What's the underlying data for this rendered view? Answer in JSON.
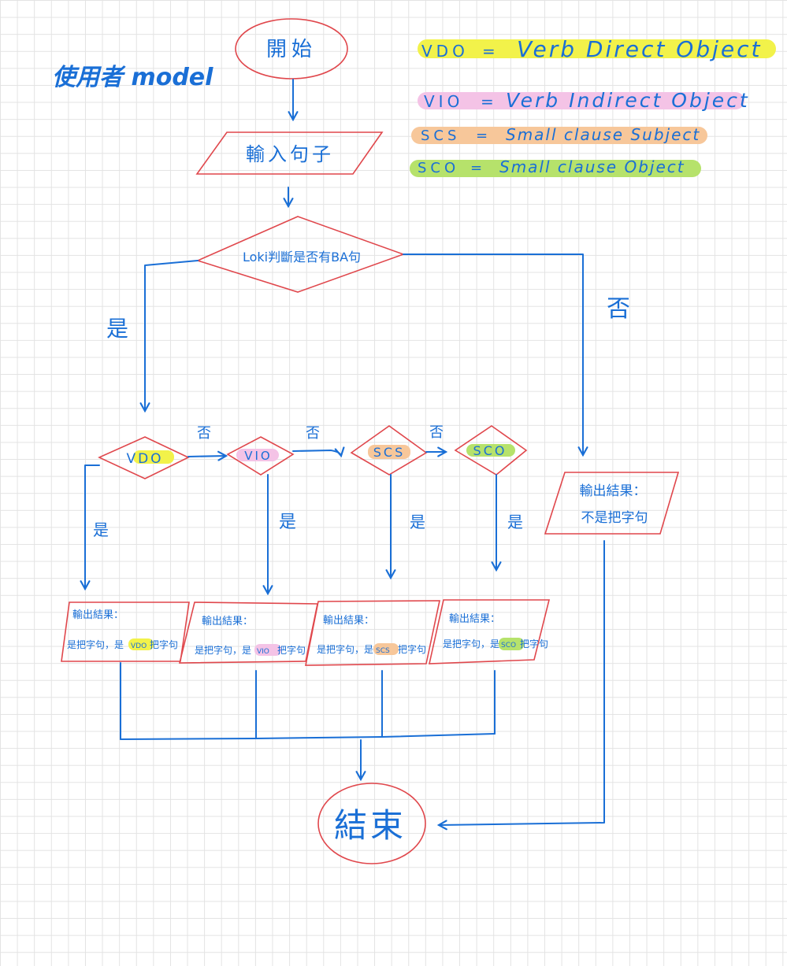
{
  "colors": {
    "ink": "#1a6fd6",
    "shape_outline": "#e0474c",
    "highlight_yellow": "#f2f24a",
    "highlight_pink": "#f4c3e6",
    "highlight_orange": "#f7c79a",
    "highlight_green": "#b6e26b"
  },
  "title": "使用者 model",
  "legend": [
    {
      "abbr": "VDO",
      "eq": "=",
      "meaning": "Verb Direct Object",
      "color": "highlight_yellow"
    },
    {
      "abbr": "VIO",
      "eq": "=",
      "meaning": "Verb Indirect Object",
      "color": "highlight_pink"
    },
    {
      "abbr": "SCS",
      "eq": "=",
      "meaning": "Small clause Subject",
      "color": "highlight_orange"
    },
    {
      "abbr": "SCO",
      "eq": "=",
      "meaning": "Small clause Object",
      "color": "highlight_green"
    }
  ],
  "nodes": {
    "start": "開始",
    "input": "輸入句子",
    "decision": "Loki判斷是否有BA句",
    "end": "結束",
    "out_not": {
      "line1": "輸出結果：",
      "line2": "不是把字句"
    },
    "checks": [
      "VDO",
      "VIO",
      "SCS",
      "SCO"
    ],
    "outputs": [
      {
        "line1": "輸出結果：",
        "prefix": "是把字句，是",
        "tag": "VDO",
        "suffix": "把字句"
      },
      {
        "line1": "輸出結果：",
        "prefix": "是把字句，是",
        "tag": "VIO",
        "suffix": "把字句"
      },
      {
        "line1": "輸出結果：",
        "prefix": "是把字句，是",
        "tag": "SCS",
        "suffix": "把字句"
      },
      {
        "line1": "輸出結果：",
        "prefix": "是把字句，是",
        "tag": "SCO",
        "suffix": "把字句"
      }
    ]
  },
  "edge_labels": {
    "yes": "是",
    "no": "否"
  }
}
